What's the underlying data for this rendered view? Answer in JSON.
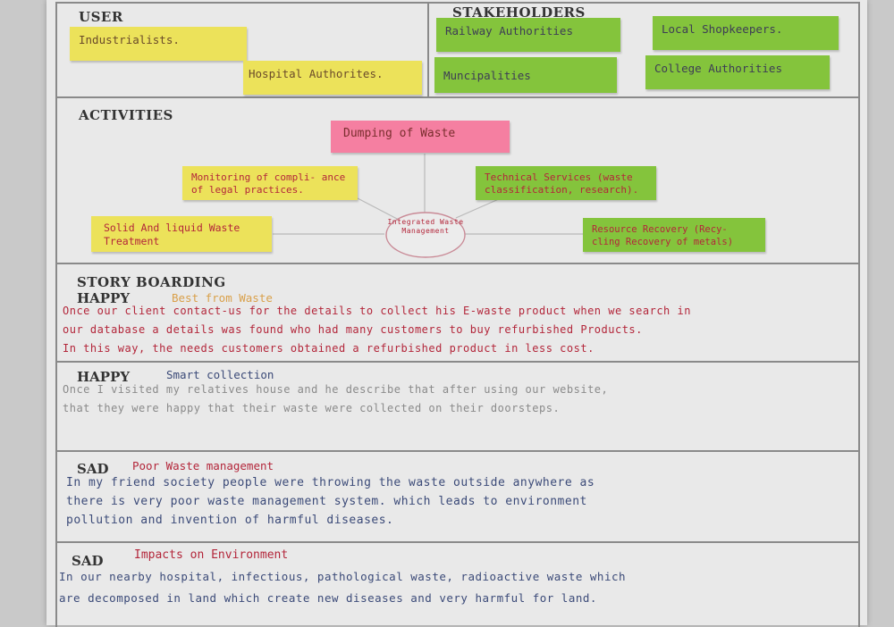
{
  "user": {
    "heading": "USER",
    "notes": [
      "Industrialists.",
      "Hospital Authorites."
    ]
  },
  "stakeholders": {
    "heading": "STAKEHOLDERS",
    "notes": [
      "Railway Authorities",
      "Local Shopkeepers.",
      "Muncipalities",
      "College Authorities"
    ]
  },
  "activities": {
    "heading": "ACTIVITIES",
    "center": "Integrated Waste Management",
    "notes": {
      "dumping": "Dumping of Waste",
      "monitoring": "Monitoring of compli- ance of legal practices.",
      "technical": "Technical Services (waste classification, research).",
      "treatment": "Solid And liquid Waste Treatment",
      "recovery": "Resource Recovery (Recy- cling Recovery of metals)"
    }
  },
  "storyboarding": {
    "heading": "STORY BOARDING",
    "stories": [
      {
        "mood": "HAPPY",
        "title": "Best from Waste",
        "lines": [
          "Once our client contact-us for the details to collect his E-waste product when we search in",
          "our database a details was found who had many customers to buy refurbished Products.",
          "In this way, the needs customers obtained a refurbished product in less cost."
        ]
      },
      {
        "mood": "HAPPY",
        "title": "Smart collection",
        "lines": [
          "Once I visited my relatives house and he describe that after using our website,",
          "that they were happy that their waste were collected on their doorsteps."
        ]
      },
      {
        "mood": "SAD",
        "title": "Poor Waste management",
        "lines": [
          "In my friend society people were throwing the waste outside anywhere as",
          "there is very poor waste management system. which leads to environment",
          "pollution and invention of harmful diseases."
        ]
      },
      {
        "mood": "SAD",
        "title": "Impacts on Environment",
        "lines": [
          "In our nearby hospital, infectious, pathological waste, radioactive waste which",
          "are decomposed in land which create new diseases and very harmful for land."
        ]
      }
    ]
  },
  "colors": {
    "sticky_yellow": "#ece25a",
    "sticky_green": "#84c43c",
    "sticky_pink": "#f57fa1",
    "ink_red": "#b3263a",
    "ink_blue": "#3b4a78",
    "ink_grey": "#8a8a8a",
    "ink_orange": "#d9a04a"
  }
}
